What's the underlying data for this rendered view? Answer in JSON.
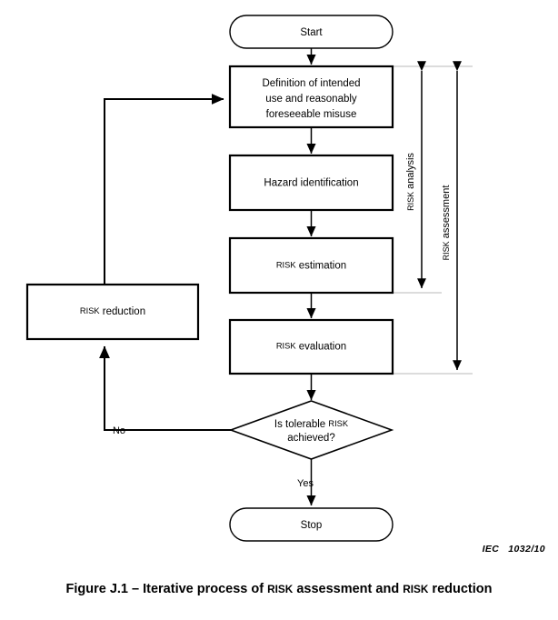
{
  "figure": {
    "caption_prefix": "Figure J.1 – Iterative process of ",
    "caption_sc1": "RISK",
    "caption_mid": " assessment and ",
    "caption_sc2": "RISK",
    "caption_suffix": " reduction",
    "reference": "IEC   1032/10"
  },
  "nodes": {
    "start": {
      "label": "Start",
      "type": "terminator"
    },
    "definition": {
      "type": "process",
      "line1": "Definition of intended",
      "line2": "use and reasonably",
      "line3": "foreseeable misuse"
    },
    "hazard": {
      "type": "process",
      "label": "Hazard identification"
    },
    "risk_estimation": {
      "type": "process",
      "sc": "RISK",
      "rest": " estimation"
    },
    "risk_evaluation": {
      "type": "process",
      "sc": "RISK",
      "rest": " evaluation"
    },
    "decision": {
      "type": "decision",
      "line1_pre": "Is tolerable ",
      "line1_sc": "RISK",
      "line2": "achieved?"
    },
    "risk_reduction": {
      "type": "process",
      "sc": "RISK",
      "rest": " reduction"
    },
    "stop": {
      "label": "Stop",
      "type": "terminator"
    }
  },
  "edges": {
    "no_label": "No",
    "yes_label": "Yes"
  },
  "brackets": {
    "analysis": {
      "sc": "RISK",
      "rest": " analysis"
    },
    "assessment": {
      "sc": "RISK",
      "rest": " assessment"
    }
  },
  "colors": {
    "stroke": "#000000",
    "fill": "#ffffff",
    "guide": "#b8b8b8"
  }
}
